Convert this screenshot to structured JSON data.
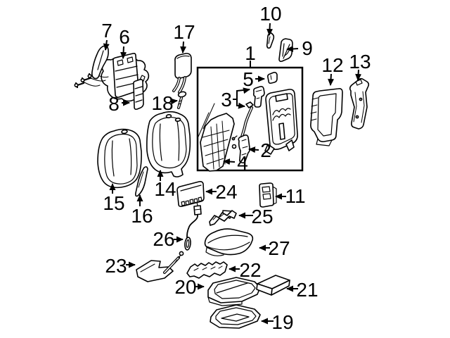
{
  "diagram": {
    "kind": "exploded-parts-diagram",
    "colors": {
      "background": "#ffffff",
      "line": "#000000"
    }
  },
  "callouts": [
    "7",
    "6",
    "17",
    "10",
    "9",
    "1",
    "12",
    "13",
    "5",
    "3",
    "8",
    "18",
    "2",
    "4",
    "15",
    "16",
    "14",
    "24",
    "11",
    "25",
    "26",
    "27",
    "23",
    "22",
    "20",
    "21",
    "19"
  ]
}
